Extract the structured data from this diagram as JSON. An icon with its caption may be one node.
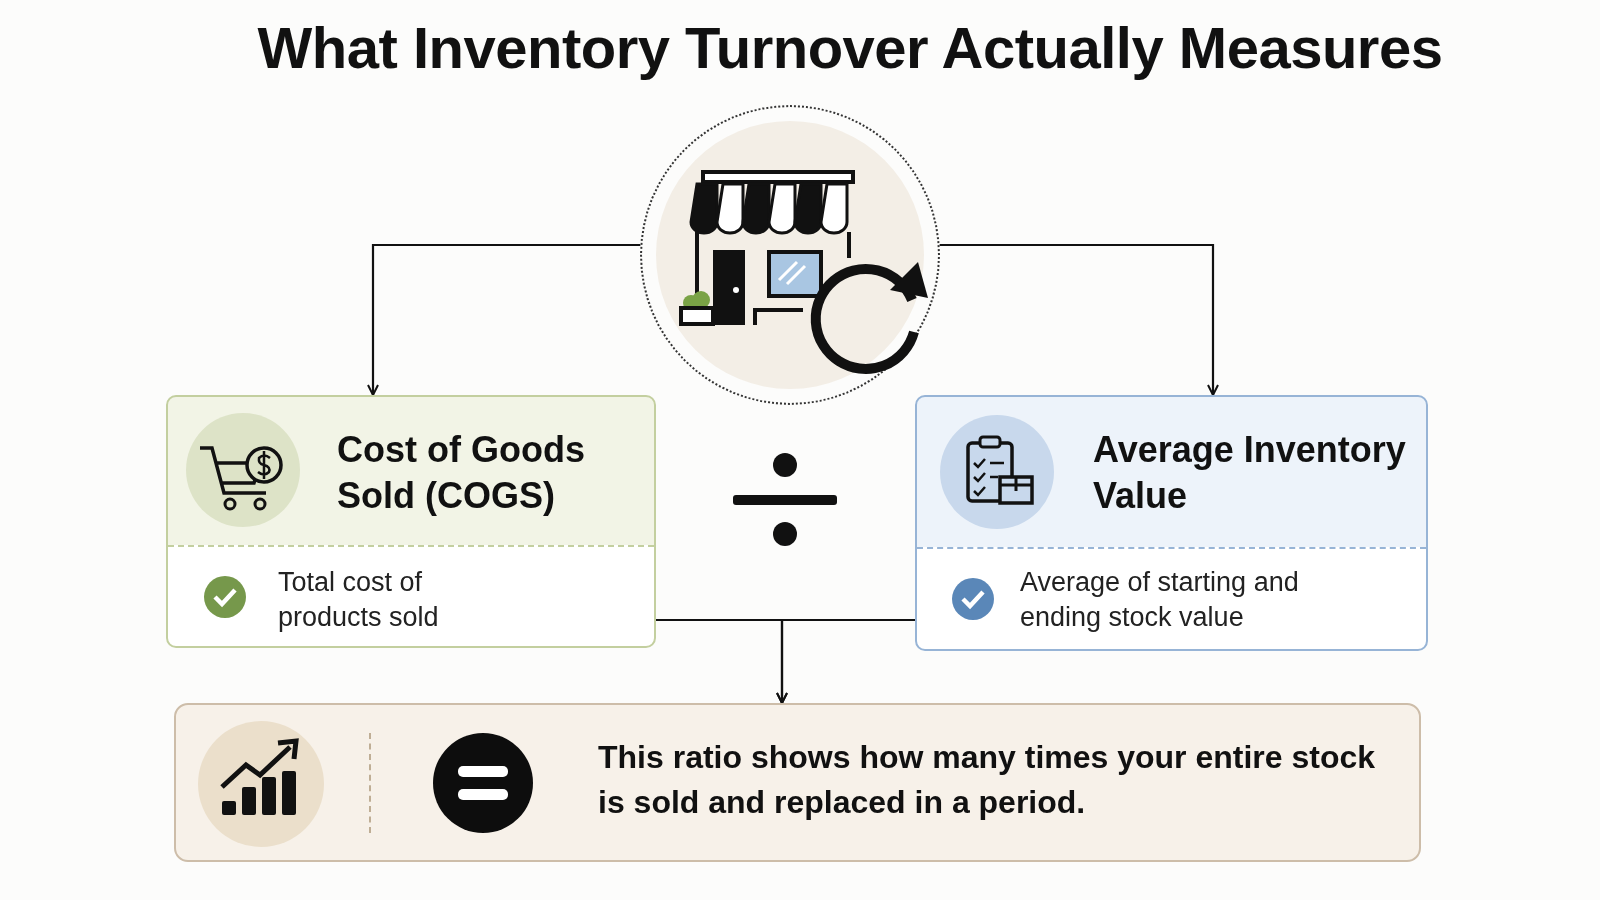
{
  "diagram": {
    "title": "What Inventory Turnover Actually Measures",
    "nodes": [
      {
        "text": [],
        "shape": "circle"
      },
      {
        "text": [
          "Cost of Goods Sold (COGS)",
          "Total cost of products sold"
        ]
      },
      {
        "text": [
          "Average Inventory Value",
          "Average of starting and ending stock value"
        ]
      },
      {
        "text": [
          "This ratio shows how many times your entire stock is sold and replaced in a period."
        ]
      }
    ],
    "edges": [
      {
        "from": 0,
        "to": 1,
        "arrow": "to"
      },
      {
        "from": 0,
        "to": 2,
        "arrow": "to"
      },
      {
        "from": 1,
        "to": 3,
        "arrow": "to"
      },
      {
        "from": 2,
        "to": 3,
        "arrow": "to"
      }
    ]
  }
}
